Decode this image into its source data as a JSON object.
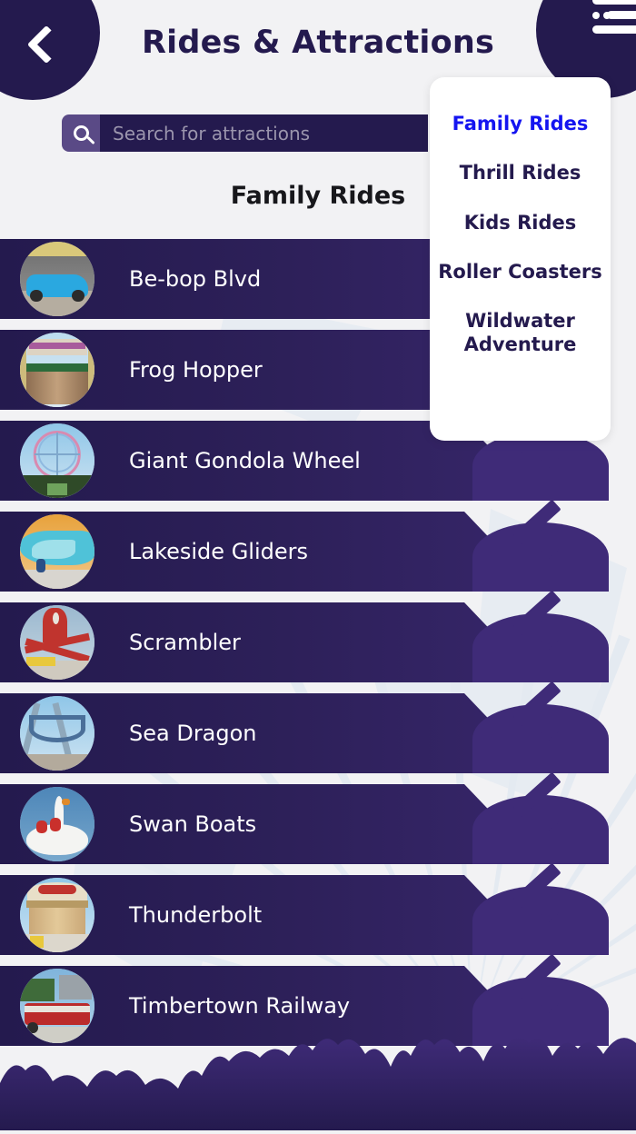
{
  "header": {
    "title": "Rides & Attractions",
    "back_icon": "chevron-left-icon",
    "menu_icon": "hamburger-menu-icon"
  },
  "search": {
    "placeholder": "Search for attractions",
    "value": "",
    "icon": "search-icon"
  },
  "section": {
    "title": "Family Rides"
  },
  "dropdown": {
    "visible": true,
    "active_index": 0,
    "items": [
      {
        "label": "Family Rides",
        "active": true
      },
      {
        "label": "Thrill Rides",
        "active": false
      },
      {
        "label": "Kids Rides",
        "active": false
      },
      {
        "label": "Roller Coasters",
        "active": false
      },
      {
        "label": "Wildwater Adventure",
        "active": false
      }
    ]
  },
  "rides": [
    {
      "name": "Be-bop Blvd",
      "thumb": "classic-car-ride-photo"
    },
    {
      "name": "Frog Hopper",
      "thumb": "frog-hopper-tower-photo"
    },
    {
      "name": "Giant Gondola Wheel",
      "thumb": "ferris-wheel-photo"
    },
    {
      "name": "Lakeside Gliders",
      "thumb": "glider-ride-photo"
    },
    {
      "name": "Scrambler",
      "thumb": "scrambler-ride-photo"
    },
    {
      "name": "Sea Dragon",
      "thumb": "swinging-ship-photo"
    },
    {
      "name": "Swan Boats",
      "thumb": "swan-boat-photo"
    },
    {
      "name": "Thunderbolt",
      "thumb": "carousel-pavilion-photo"
    },
    {
      "name": "Timbertown Railway",
      "thumb": "train-ride-photo"
    }
  ],
  "colors": {
    "brand_dark": "#241a4e",
    "brand_mid": "#3a2870",
    "brand_light": "#5a4a86",
    "accent_active": "#1414f0",
    "page_bg": "#f2f2f4",
    "row_text": "#ffffff",
    "section_text": "#17171b"
  }
}
